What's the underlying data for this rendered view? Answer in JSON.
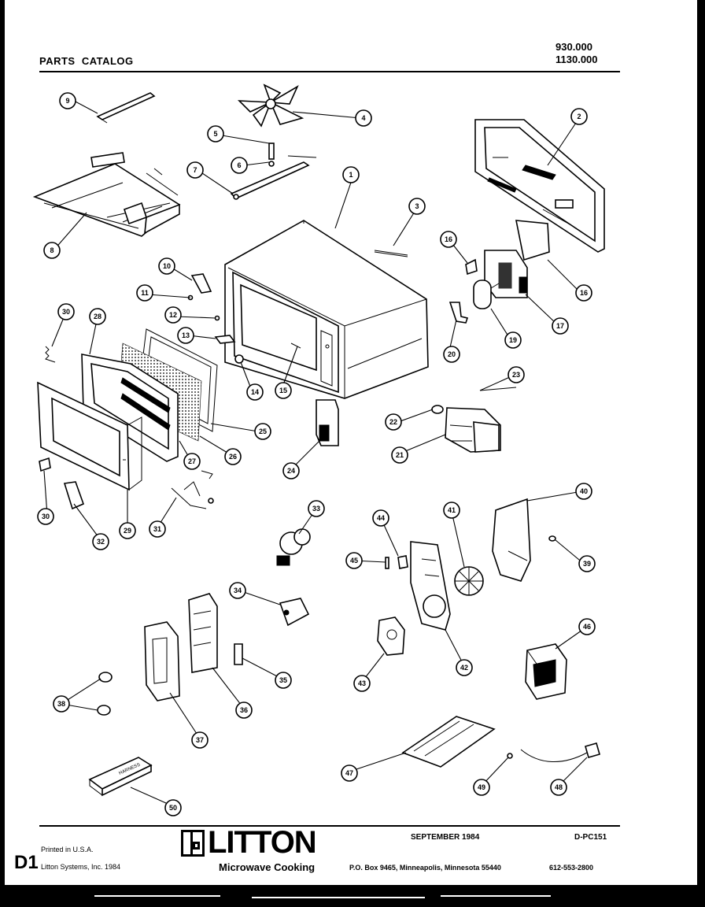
{
  "header": {
    "title": "PARTS  CATALOG",
    "model_1": "930.000",
    "model_2": "1130.000"
  },
  "diagram": {
    "callouts": [
      "1",
      "2",
      "3",
      "4",
      "5",
      "6",
      "7",
      "8",
      "9",
      "10",
      "11",
      "12",
      "13",
      "14",
      "15",
      "16",
      "16",
      "17",
      "19",
      "20",
      "21",
      "22",
      "23",
      "24",
      "25",
      "26",
      "27",
      "28",
      "29",
      "30",
      "30",
      "31",
      "32",
      "33",
      "34",
      "35",
      "36",
      "37",
      "38",
      "39",
      "40",
      "41",
      "42",
      "43",
      "44",
      "45",
      "46",
      "47",
      "48",
      "49",
      "50"
    ],
    "box_label": "HARNESS"
  },
  "footer": {
    "brand": "LITTON",
    "tagline": "Microwave Cooking",
    "date": "SEPTEMBER 1984",
    "doc_code": "D-PC151",
    "printed": "Printed in U.S.A.",
    "copyright": "Litton Systems, Inc. 1984",
    "address": "P.O. Box 9465, Minneapolis, Minnesota 55440",
    "phone": "612-553-2800",
    "page_id": "D1"
  }
}
